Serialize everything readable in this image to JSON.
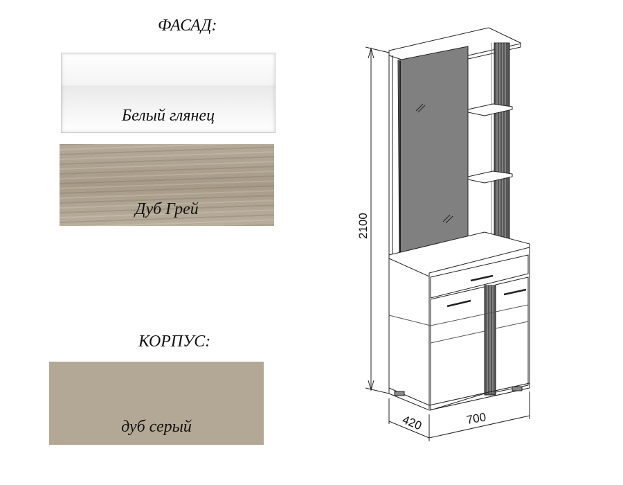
{
  "facade": {
    "heading": "ФАСАД:",
    "swatches": [
      {
        "label": "Белый глянец",
        "color": "#f2f2f2"
      },
      {
        "label": "Дуб Грей",
        "color": "#ab9f8c"
      }
    ]
  },
  "body": {
    "heading": "КОРПУС:",
    "swatches": [
      {
        "label": "дуб серый",
        "color": "#b3a895"
      }
    ]
  },
  "dimensions": {
    "height": "2100",
    "depth": "420",
    "width": "700"
  }
}
